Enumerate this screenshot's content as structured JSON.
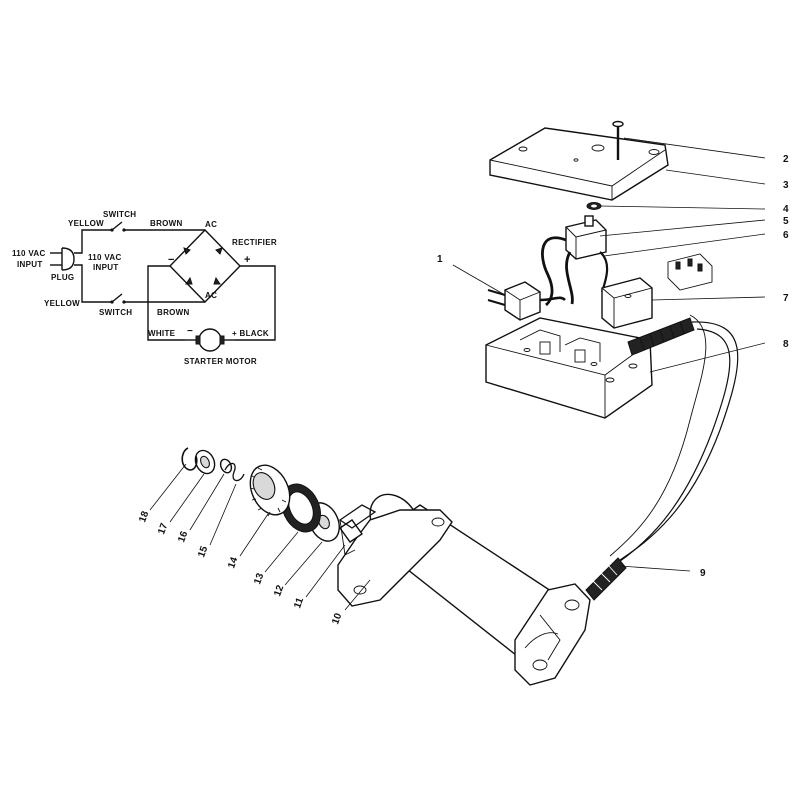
{
  "schematic": {
    "yellow_top": "YELLOW",
    "switch_top": "SWITCH",
    "brown_top": "BROWN",
    "ac_top": "AC",
    "rectifier": "RECTIFIER",
    "vac_input_left_1": "110 VAC",
    "vac_input_left_2": "INPUT",
    "plug": "PLUG",
    "vac_input_mid_1": "110 VAC",
    "vac_input_mid_2": "INPUT",
    "minus": "−",
    "plus": "+",
    "yellow_bottom": "YELLOW",
    "switch_bottom": "SWITCH",
    "ac_bottom": "AC",
    "brown_bottom": "BROWN",
    "white": "WHITE",
    "minus_motor": "−",
    "plus_black": "+ BLACK",
    "starter_motor": "STARTER MOTOR"
  },
  "callouts": {
    "c1": "1",
    "c2": "2",
    "c3": "3",
    "c4": "4",
    "c5": "5",
    "c6": "6",
    "c7": "7",
    "c8": "8",
    "c9": "9",
    "c10": "10",
    "c11": "11",
    "c12": "12",
    "c13": "13",
    "c14": "14",
    "c15": "15",
    "c16": "16",
    "c17": "17",
    "c18": "18"
  }
}
